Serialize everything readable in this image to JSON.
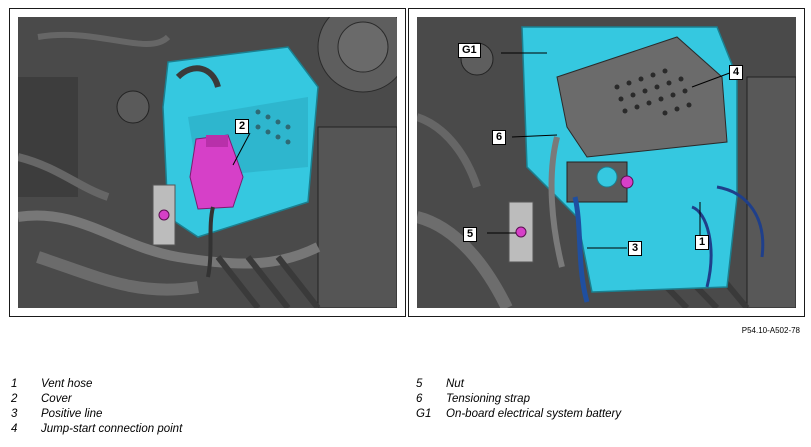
{
  "figure_ref": "P54.10-A502-78",
  "callouts": {
    "left": {
      "c2": "2"
    },
    "right": {
      "g1": "G1",
      "c4": "4",
      "c6": "6",
      "c5": "5",
      "c3": "3",
      "c1": "1"
    }
  },
  "legend": {
    "left": [
      {
        "num": "1",
        "text": "Vent hose"
      },
      {
        "num": "2",
        "text": "Cover"
      },
      {
        "num": "3",
        "text": "Positive line"
      },
      {
        "num": "4",
        "text": "Jump-start connection point"
      }
    ],
    "right": [
      {
        "num": "5",
        "text": "Nut"
      },
      {
        "num": "6",
        "text": "Tensioning strap"
      },
      {
        "num": "G1",
        "text": "On-board electrical system battery"
      }
    ]
  },
  "colors": {
    "battery": "#35c8e0",
    "highlight": "#d640c8",
    "engine_bay": "#4a4a4a"
  }
}
